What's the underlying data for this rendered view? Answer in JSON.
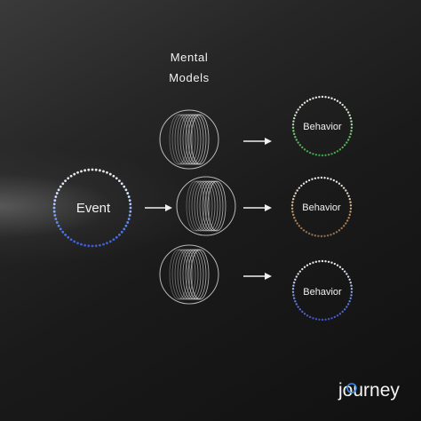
{
  "header": {
    "line1": "Mental",
    "line2": "Models"
  },
  "event": {
    "label": "Event",
    "colors": [
      "#e8e8e8",
      "#d9e6ff",
      "#5b8cff",
      "#3b5bd6"
    ]
  },
  "behaviors": [
    {
      "label": "Behavior",
      "colors": [
        "#e6e6e6",
        "#cfe9c8",
        "#6cc36a",
        "#3e9e49"
      ]
    },
    {
      "label": "Behavior",
      "colors": [
        "#e6e6e6",
        "#e7d2b8",
        "#b88a5c",
        "#8a6a4a"
      ]
    },
    {
      "label": "Behavior",
      "colors": [
        "#e6e6e6",
        "#cfd8f2",
        "#5f7fe0",
        "#3f54c0"
      ]
    }
  ],
  "logo": {
    "text": "journey",
    "accent": "#3a8ee6"
  }
}
